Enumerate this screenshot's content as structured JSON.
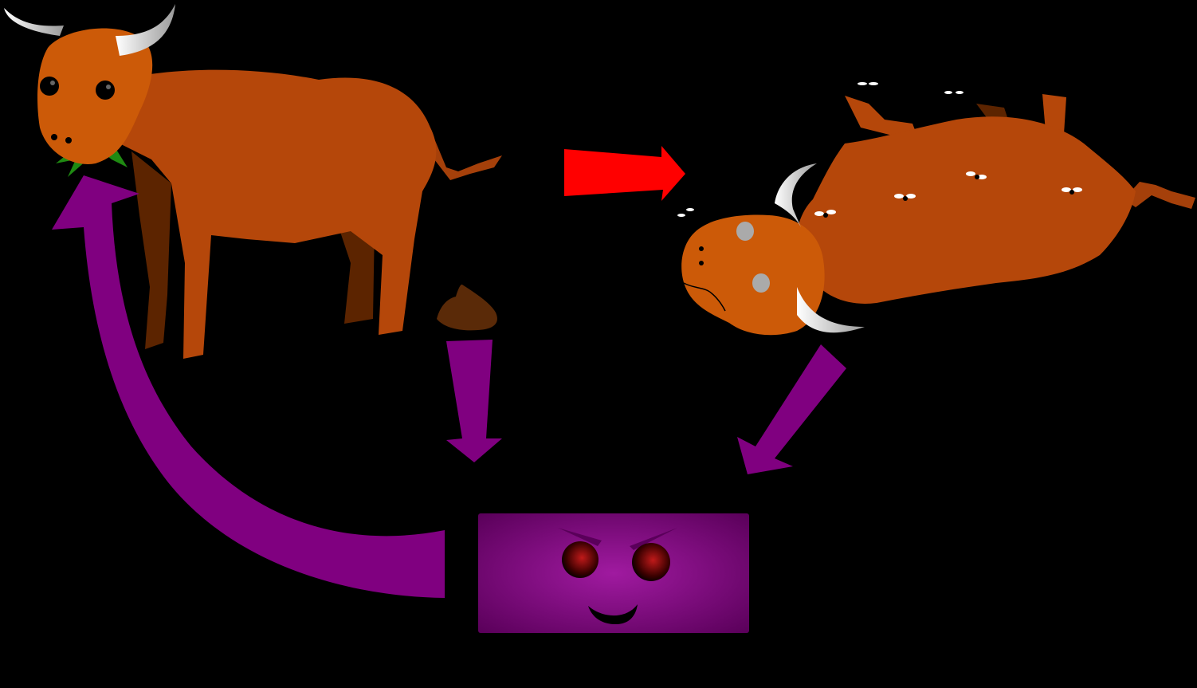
{
  "background": "#000000",
  "colors": {
    "cow_body": "#b5470a",
    "cow_head": "#cc5a08",
    "cow_shadow": "#5c2400",
    "horn": "#e8e8e8",
    "grass": "#1f8a12",
    "dung": "#5a2a08",
    "decomposition_arrow": "#800080",
    "death_arrow": "#ff0000",
    "decomposer_box": "#7a0a7a",
    "decomposer_eye": "#8b0000",
    "fly": "#ffffff"
  },
  "elements": {
    "living_cow": "grazing-bull-illustration",
    "dead_cow": "dead-bull-with-flies-illustration",
    "dung": "dung-pile",
    "decomposer": "smiling-decomposer-box",
    "arrows": [
      "red-arrow-right",
      "purple-arrow-down",
      "purple-arrow-down-left",
      "purple-curved-arrow-up"
    ]
  }
}
